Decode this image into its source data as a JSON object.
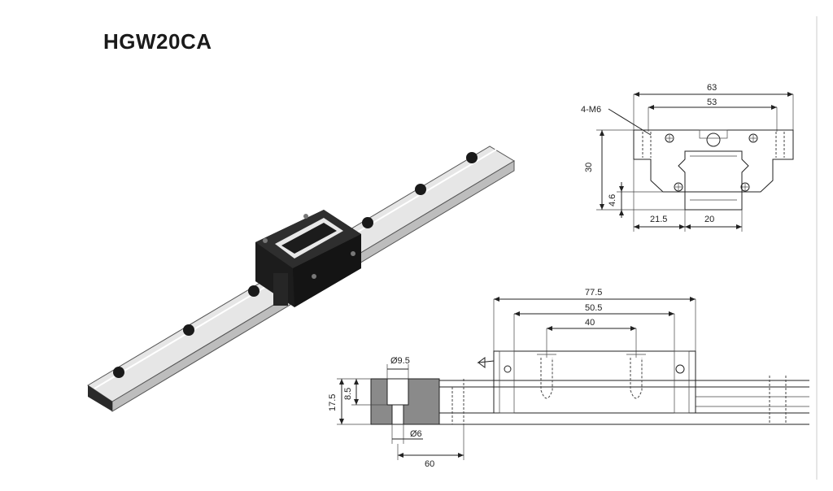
{
  "title": "HGW20CA",
  "front_view": {
    "overall_width_label": "63",
    "hole_spacing_label": "53",
    "thread_label": "4-M6",
    "height_label": "30",
    "rail_gap_label": "4.6",
    "offset_label": "21.5",
    "rail_width_label": "20"
  },
  "side_view": {
    "block_length_label": "77.5",
    "body_length_label": "50.5",
    "hole_pitch_label": "40",
    "counterbore_label": "Ø9.5",
    "hole_diameter_label": "Ø6",
    "rail_height_label": "17.5",
    "counterbore_depth_label": "8.5",
    "rail_pitch_label": "60"
  },
  "colors": {
    "block": "#1c1c1c",
    "rail": "#d9d9d9",
    "section_fill": "#8a8a8a"
  }
}
